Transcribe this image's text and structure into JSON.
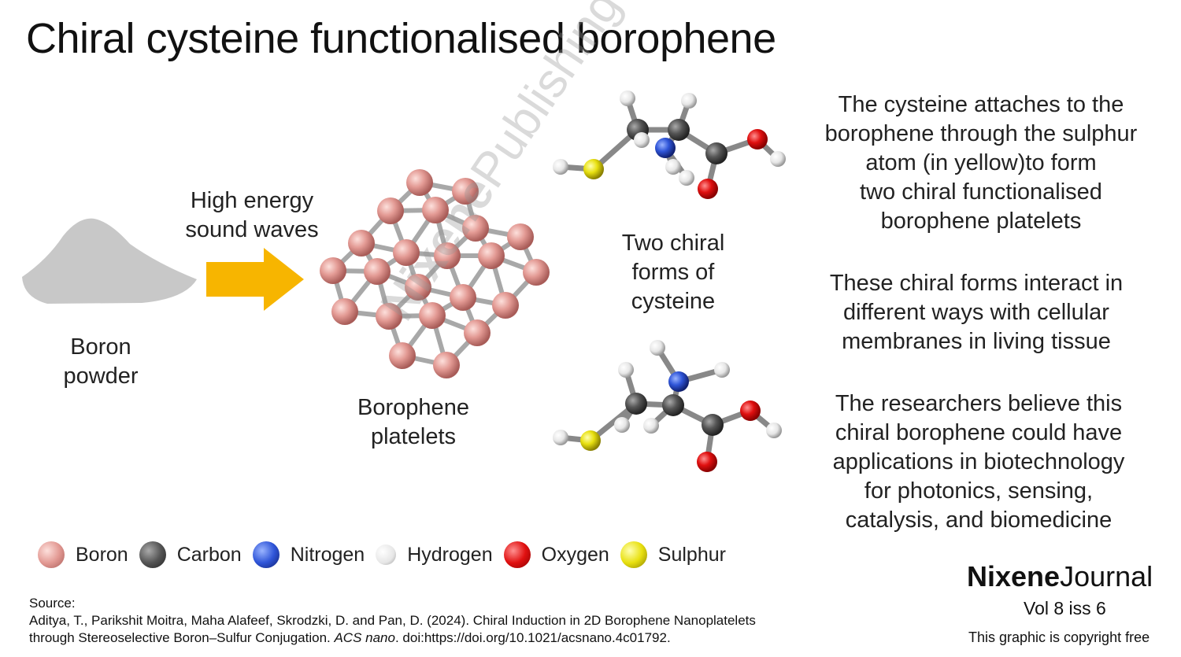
{
  "title": "Chiral cysteine functionalised borophene",
  "labels": {
    "boron_powder": [
      "Boron",
      "powder"
    ],
    "process": [
      "High energy",
      "sound waves"
    ],
    "borophene": [
      "Borophene",
      "platelets"
    ],
    "cysteine": [
      "Two chiral",
      "forms of",
      "cysteine"
    ]
  },
  "paragraphs": [
    [
      "The cysteine attaches to the",
      "borophene through the sulphur",
      "atom (in yellow)to form",
      "two chiral functionalised",
      "borophene platelets"
    ],
    [
      "These chiral forms interact in",
      "different ways with cellular",
      "membranes in living tissue"
    ],
    [
      "The researchers believe this",
      "chiral borophene could have",
      "applications in biotechnology",
      "for  photonics, sensing,",
      "catalysis, and biomedicine"
    ]
  ],
  "legend": [
    {
      "label": "Boron",
      "color": "#e8a0a0"
    },
    {
      "label": "Carbon",
      "color": "#555555"
    },
    {
      "label": "Nitrogen",
      "color": "#2f55d8"
    },
    {
      "label": "Hydrogen",
      "color": "#eeeeee"
    },
    {
      "label": "Oxygen",
      "color": "#e01010"
    },
    {
      "label": "Sulphur",
      "color": "#e8e010"
    }
  ],
  "source": {
    "heading": "Source:",
    "line1": "Aditya, T., Parikshit Moitra, Maha Alafeef, Skrodzki, D. and Pan, D. (2024). Chiral Induction in 2D Borophene Nanoplatelets",
    "line2_pre": "through Stereoselective Boron–Sulfur Conjugation. ",
    "journal": "ACS nano",
    "line2_post": ". doi:https://doi.org/10.1021/acsnano.4c01792."
  },
  "brand": {
    "bold": "Nixene",
    "regular": "Journal",
    "volume": "Vol 8  iss 6",
    "copyright": "This graphic is copyright free"
  },
  "watermark": {
    "bold": "Nixene",
    "regular": "Publishing"
  },
  "colors": {
    "arrow": "#f7b500",
    "powder": "#c8c8c8"
  }
}
